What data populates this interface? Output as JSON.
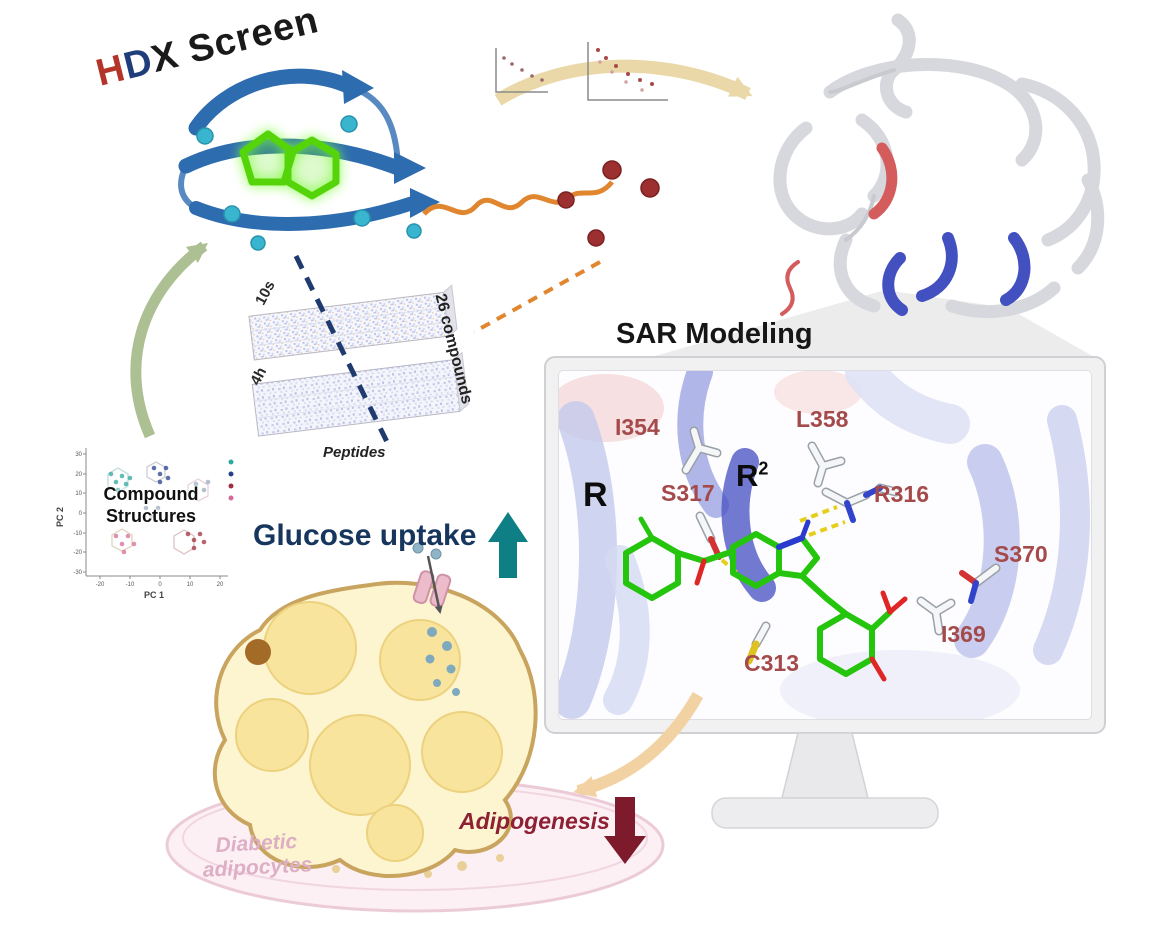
{
  "figure": {
    "hdx_title": {
      "h": "H",
      "d": "D",
      "x": "X",
      "rest": " Screen"
    },
    "heatmap": {
      "label_10s": "10s",
      "label_4h": "4h",
      "right_label": "26 compounds",
      "bottom_label": "Peptides"
    },
    "scatter": {
      "title_line1": "Compound",
      "title_line2": "Structures",
      "xlabel": "PC 1",
      "ylabel": "PC 2",
      "xticks": [
        "-20",
        "-10",
        "0",
        "10",
        "20"
      ],
      "yticks": [
        "30",
        "20",
        "10",
        "0",
        "-10",
        "-20",
        "-30"
      ],
      "legend_colors": [
        "#2ea8a0",
        "#27408b",
        "#a03040",
        "#d86a9a"
      ]
    },
    "sar": {
      "title": "SAR Modeling",
      "r_label": "R",
      "r2_base": "R",
      "r2_sup": "2",
      "residues": [
        "I354",
        "L358",
        "S317",
        "R316",
        "S370",
        "I369",
        "C313"
      ]
    },
    "cell": {
      "glucose_label": "Glucose uptake",
      "adipogenesis_label": "Adipogenesis",
      "dish_line1": "Diabetic",
      "dish_line2": "adipocytes"
    },
    "colors": {
      "hdx_h": "#b5342a",
      "hdx_dx": "#1f3d7a",
      "glucose_text": "#17365d",
      "uptake_arrow": "#0e7f85",
      "adipogenesis_text": "#8d2033",
      "adipogenesis_arrow": "#7d1a2b",
      "molecule_green": "#25c50e",
      "residue_label": "#a54a4a",
      "ribbon_blue": "#2e6cb0",
      "diabetic_text": "#ddafc4"
    }
  }
}
